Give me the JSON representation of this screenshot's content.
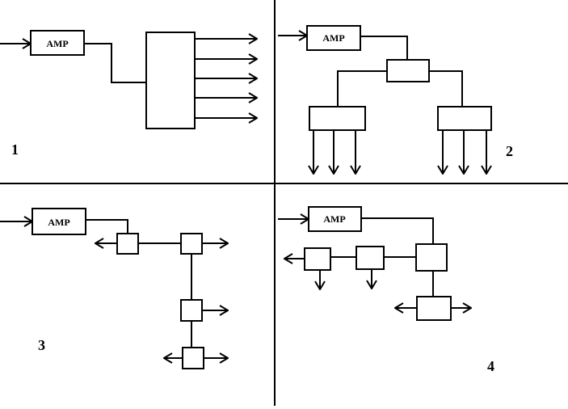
{
  "diagram": {
    "amp_label": "AMP",
    "panel_numbers": {
      "p1": "1",
      "p2": "2",
      "p3": "3",
      "p4": "4"
    }
  }
}
